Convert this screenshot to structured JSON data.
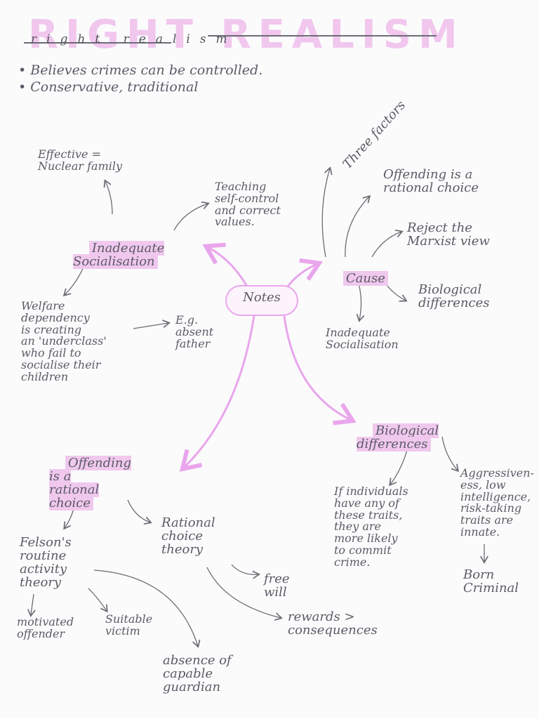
{
  "title": {
    "main": "RIGHT REALISM",
    "script": "right realism"
  },
  "bullets": [
    "• Believes crimes can be controlled.",
    "• Conservative, traditional"
  ],
  "center": "Notes",
  "nodes": {
    "inadequate_socialisation": "Inadequate\nSocialisation",
    "effective_nuclear_family": "Effective =\nNuclear family",
    "teaching_self_control": "Teaching\nself-control\nand correct\nvalues.",
    "welfare_dependency": "Welfare\ndependency\nis creating\nan 'underclass'\nwho fail to\nsocialise their\nchildren",
    "eg_absent_father": "E.g.\nabsent\nfather",
    "cause": "Cause",
    "three_factors": "Three factors",
    "offending_rational_choice_cause": "Offending is a\nrational choice",
    "reject_marxist": "Reject the\nMarxist view",
    "biological_differences_cause": "Biological\ndifferences",
    "inadequate_socialisation_cause": "Inadequate\nSocialisation",
    "biological_differences": "Biological\ndifferences",
    "if_individuals": "If individuals\nhave any of\nthese traits,\nthey are\nmore likely\nto commit\ncrime.",
    "aggressiveness": "Aggressiven-\ness, low\nintelligence,\nrisk-taking\ntraits are\ninnate.",
    "born_criminal": "Born\nCriminal",
    "offending_rational_choice": "Offending\nis a\nrational\nchoice",
    "felsons_theory": "Felson's\nroutine\nactivity\ntheory",
    "rational_choice_theory": "Rational\nchoice\ntheory",
    "free_will": "free\nwill",
    "rewards_consequences": "rewards >\nconsequences",
    "motivated_offender": "motivated\noffender",
    "suitable_victim": "Suitable\nvictim",
    "absence_of_guardian": "absence of\ncapable\nguardian"
  },
  "colors": {
    "highlight": "#f0c8ee",
    "pink_arrow": "#e9a6ec",
    "ink": "#5b5b66",
    "title": "#f1c7ee"
  }
}
